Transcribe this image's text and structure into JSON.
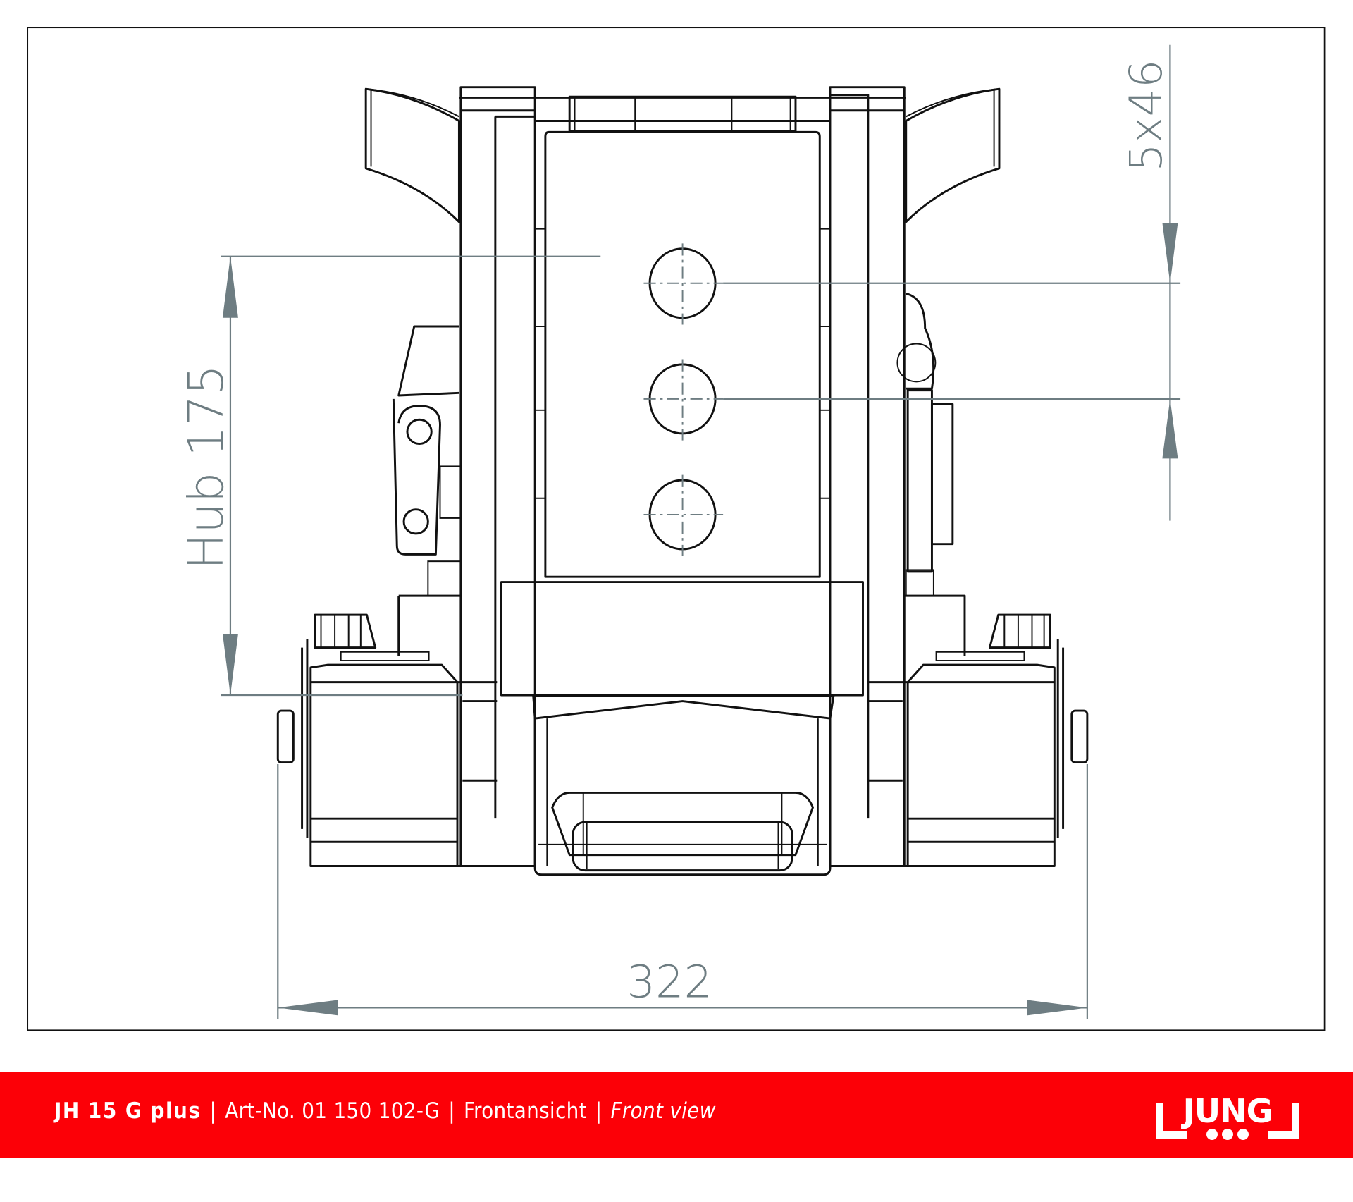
{
  "drawing": {
    "view": "Front view",
    "dimensions": {
      "stroke": {
        "label": "Hub 175"
      },
      "pitch": {
        "label": "5x46"
      },
      "width": {
        "label": "322"
      }
    },
    "colors": {
      "dimension": "#6e7d82",
      "outline": "#111111"
    }
  },
  "footer": {
    "model": "JH 15 G plus",
    "separator": "|",
    "article": "Art-No. 01 150 102-G",
    "view_de": "Frontansicht",
    "view_en": "Front view",
    "background": "#fc0007",
    "logo": {
      "text": "JUNG",
      "icon": "jung-logo-icon"
    }
  }
}
